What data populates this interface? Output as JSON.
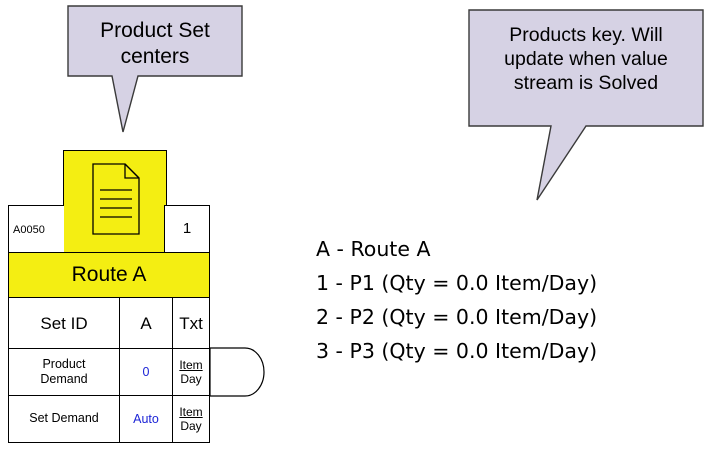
{
  "callouts": {
    "left": {
      "text_line1": "Product Set",
      "text_line2": "centers"
    },
    "right": {
      "text_line1": "Products key. Will",
      "text_line2": "update when value",
      "text_line3": "stream is Solved"
    }
  },
  "block": {
    "id": "A0050",
    "count": "1",
    "title": "Route A",
    "headers": {
      "set_id": "Set ID",
      "a": "A",
      "txt": "Txt"
    },
    "rows": [
      {
        "label_line1": "Product",
        "label_line2": "Demand",
        "value": "0",
        "unit_num": "Item",
        "unit_den": "Day"
      },
      {
        "label_line1": "Set Demand",
        "value": "Auto",
        "unit_num": "Item",
        "unit_den": "Day"
      }
    ]
  },
  "key": {
    "items": [
      "A - Route A",
      "1 - P1 (Qty = 0.0 Item/Day)",
      "2 - P2 (Qty = 0.0 Item/Day)",
      "3 - P3 (Qty = 0.0 Item/Day)"
    ]
  },
  "colors": {
    "callout_fill": "#d6d2e4",
    "block_yellow": "#f4ee12",
    "value_blue": "#1c24d6"
  }
}
